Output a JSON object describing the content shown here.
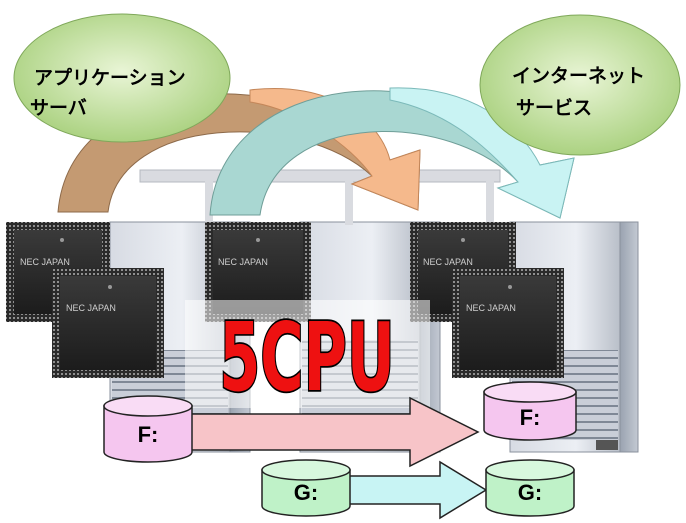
{
  "cloud_left": {
    "line1": "アプリケーション",
    "line2": "サーバ"
  },
  "cloud_right": {
    "line1": "インターネット",
    "line2": "サービス"
  },
  "chip_label": "NEC JAPAN",
  "cpu_count": "5CPU",
  "disk_f_label": "F:",
  "disk_g_label": "G:",
  "colors": {
    "cloud_green": "#b5d98a",
    "arrow_tan": "#c49a72",
    "arrow_peach": "#f5b98c",
    "arrow_teal": "#a9d7d2",
    "arrow_cyan": "#c9f3f3",
    "disk_pink": "#f5c6ef",
    "disk_green": "#bff2c8",
    "arrow_pink": "#f7c4c8",
    "arrow_lightcyan": "#c8f4f4",
    "cpu_red": "#ee1111"
  }
}
